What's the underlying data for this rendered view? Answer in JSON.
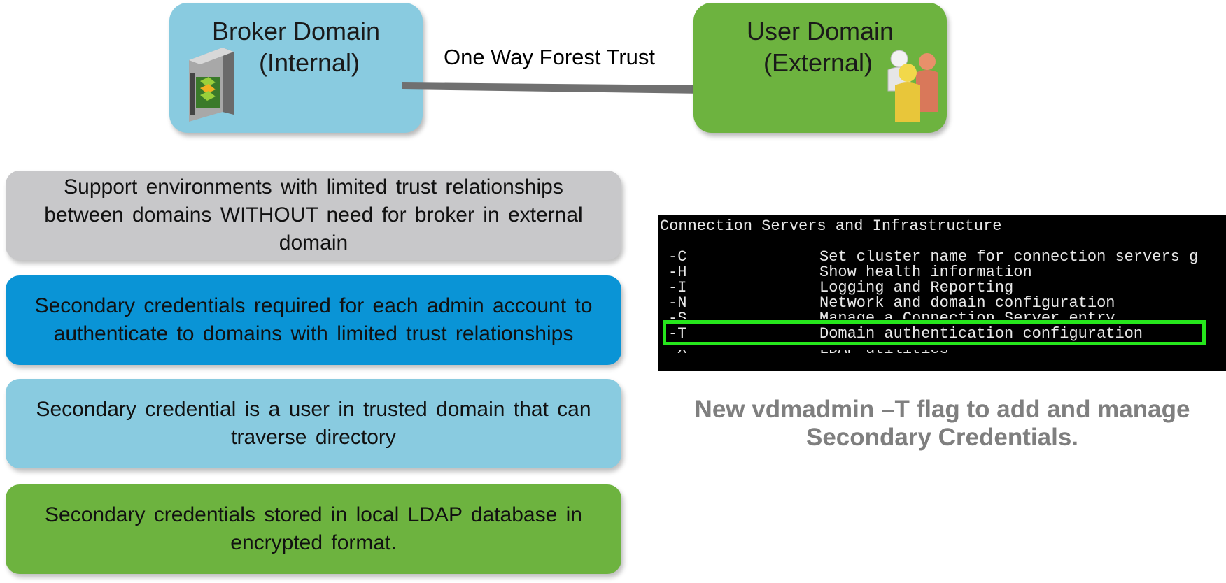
{
  "broker_domain": {
    "title_line1": "Broker Domain",
    "title_line2": "(Internal)",
    "icon": "server-icon",
    "color": "#89cbe0"
  },
  "user_domain": {
    "title_line1": "User Domain",
    "title_line2": "(External)",
    "icon": "users-icon",
    "color": "#6db33f"
  },
  "trust": {
    "label": "One Way Forest Trust",
    "arrow_color": "#707070"
  },
  "boxes": [
    {
      "text": "Support environments with limited trust relationships between domains WITHOUT need for broker in external domain",
      "color": "#c8c8ca"
    },
    {
      "text": "Secondary credentials required for each admin account to authenticate to domains with limited trust relationships",
      "color": "#0a94d6"
    },
    {
      "text": "Secondary credential is a user in trusted domain that can traverse directory",
      "color": "#89cbe0"
    },
    {
      "text": "Secondary credentials stored in local LDAP database in encrypted format.",
      "color": "#6db33f"
    }
  ],
  "console": {
    "header": "Connection Servers and Infrastructure",
    "rows": [
      {
        "flag": "-C",
        "desc": "Set cluster name for connection servers g"
      },
      {
        "flag": "-H",
        "desc": "Show health information"
      },
      {
        "flag": "-I",
        "desc": "Logging and Reporting"
      },
      {
        "flag": "-N",
        "desc": "Network and domain configuration"
      },
      {
        "flag": "-S",
        "desc": "Manage a Connection Server entry"
      },
      {
        "flag": "-T",
        "desc": "Domain authentication configuration"
      },
      {
        "flag": "-X",
        "desc": "LDAP utilities"
      }
    ],
    "highlight_color": "#26e61c"
  },
  "caption": "New vdmadmin –T flag to add and manage Secondary Credentials."
}
